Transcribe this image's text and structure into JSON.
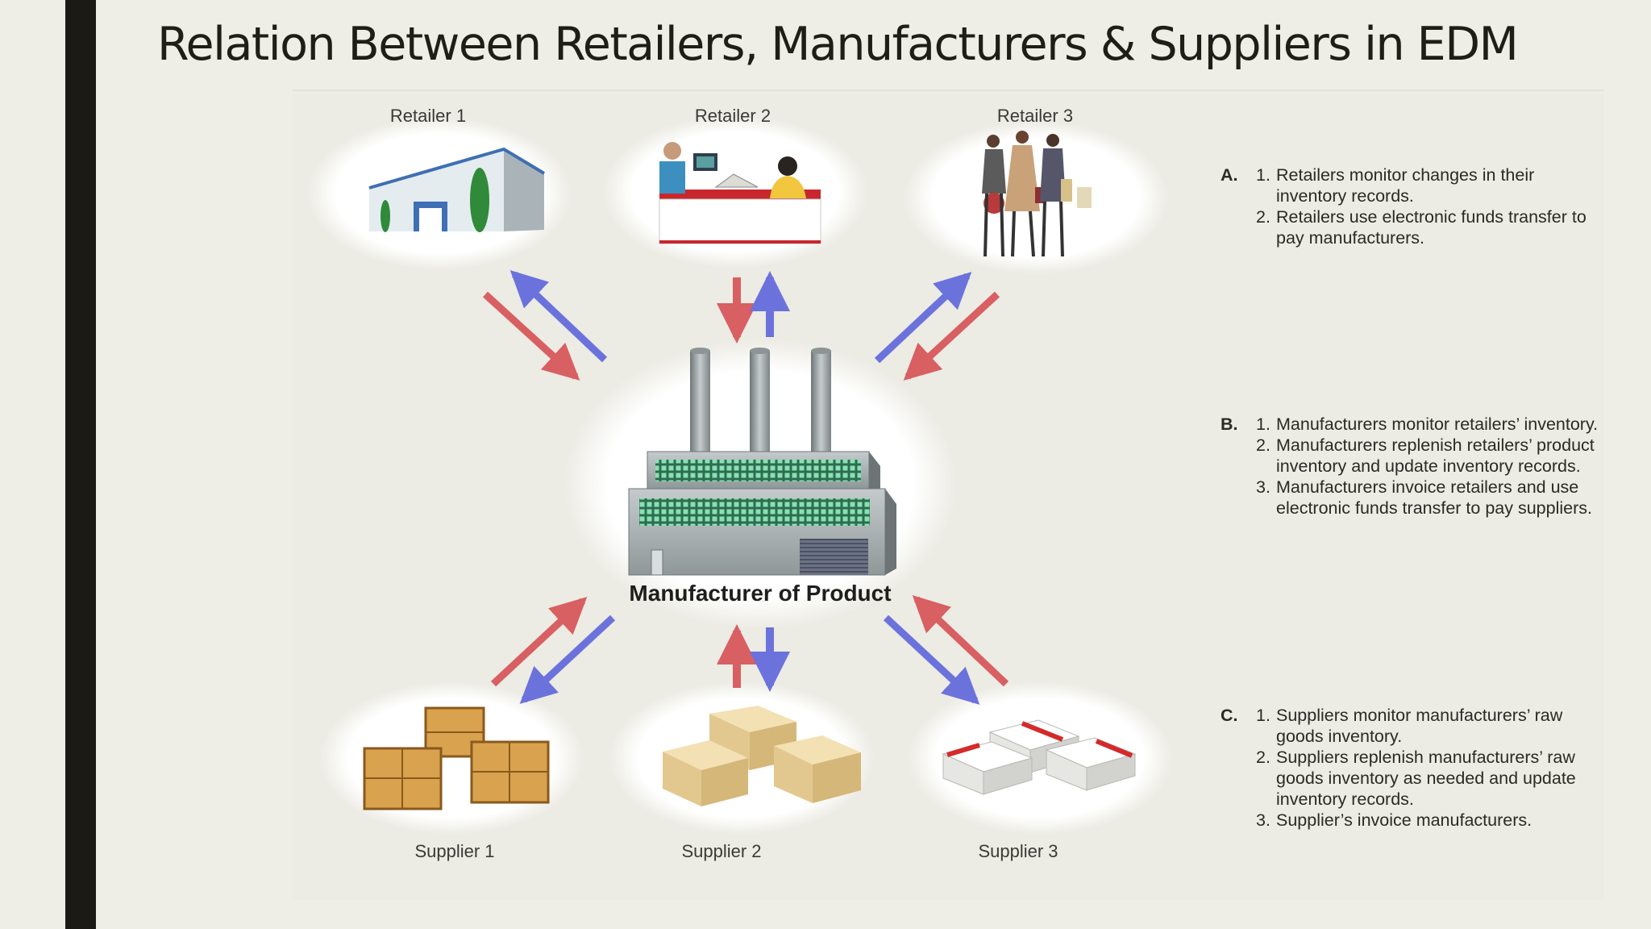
{
  "title": "Relation Between Retailers, Manufacturers & Suppliers in EDM",
  "nodes": {
    "retailers": [
      "Retailer 1",
      "Retailer 2",
      "Retailer 3"
    ],
    "manufacturer": "Manufacturer of Product",
    "suppliers": [
      "Supplier 1",
      "Supplier 2",
      "Supplier 3"
    ]
  },
  "notes": {
    "a": {
      "letter": "A.",
      "items": [
        {
          "num": "1.",
          "text": "Retailers monitor changes in their inventory records."
        },
        {
          "num": "2.",
          "text": "Retailers use electronic funds transfer to pay manufacturers."
        }
      ]
    },
    "b": {
      "letter": "B.",
      "items": [
        {
          "num": "1.",
          "text": "Manufacturers monitor retailers’ inventory."
        },
        {
          "num": "2.",
          "text": "Manufacturers replenish retailers’ product inventory and update inventory records."
        },
        {
          "num": "3.",
          "text": "Manufacturers invoice retailers and use electronic funds transfer to pay suppliers."
        }
      ]
    },
    "c": {
      "letter": "C.",
      "items": [
        {
          "num": "1.",
          "text": "Suppliers monitor manufacturers’ raw goods inventory."
        },
        {
          "num": "2.",
          "text": "Suppliers replenish manufacturers’ raw goods inventory as needed and update inventory records."
        },
        {
          "num": "3.",
          "text": "Supplier’s invoice manufacturers."
        }
      ]
    }
  },
  "colors": {
    "red_arrow": "#d85f62",
    "blue_arrow": "#6c72dc",
    "background": "#eeede6",
    "left_bar": "#1b1a14"
  }
}
